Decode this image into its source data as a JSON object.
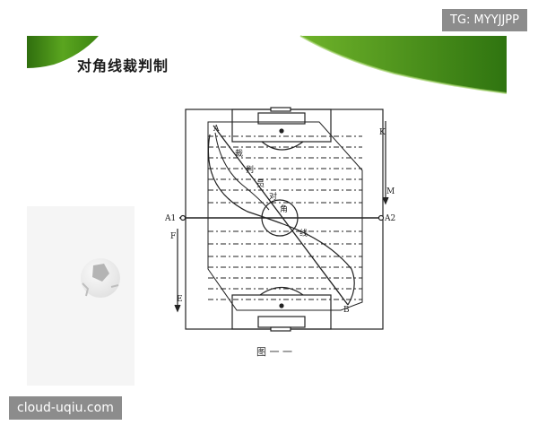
{
  "slide": {
    "title": "对角线裁判制"
  },
  "watermarks": {
    "top": "TG: MYYJJPP",
    "bottom": "cloud-uqiu.com"
  },
  "diagram": {
    "caption": "图 一 一",
    "points": {
      "A": "A",
      "B": "B",
      "A1": "A1",
      "A2": "A2",
      "K": "K",
      "M": "M",
      "F": "F",
      "E": "E"
    },
    "path_labels": [
      "裁",
      "判",
      "员",
      "对",
      "角",
      "线"
    ]
  },
  "colors": {
    "banner_green": "#4f9a1c",
    "banner_green_dark": "#2f6e0e",
    "line": "#222222"
  }
}
